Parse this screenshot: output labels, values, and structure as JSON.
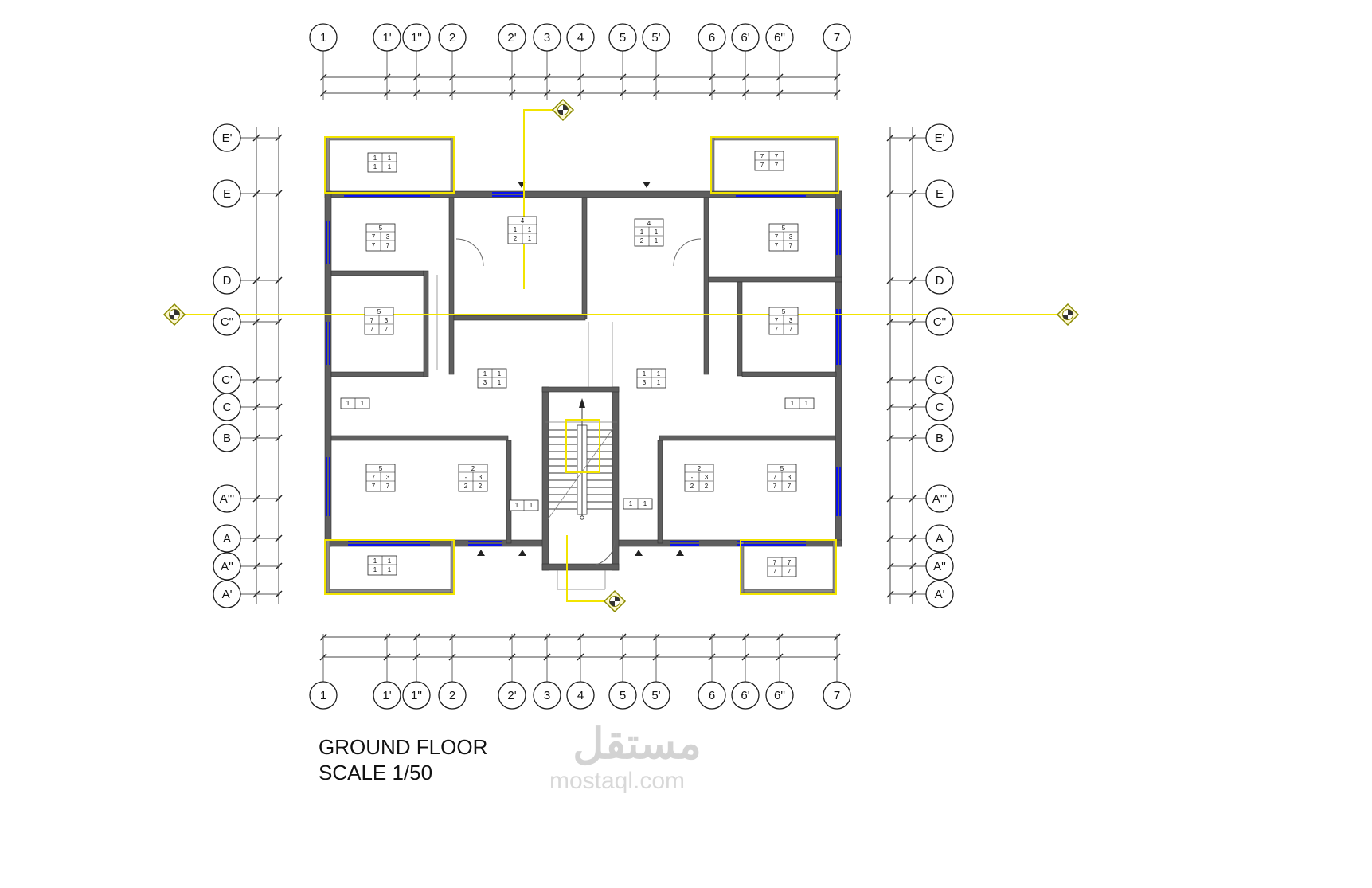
{
  "title": {
    "line1": "GROUND FLOOR",
    "line2": "SCALE 1/50"
  },
  "watermark": {
    "brand_ar": "مستقل",
    "brand_domain": "mostaql.com"
  },
  "grid": {
    "columns": [
      "1",
      "1'",
      "1''",
      "2",
      "2'",
      "3",
      "4",
      "5",
      "5'",
      "6",
      "6'",
      "6''",
      "7"
    ],
    "rows": [
      "E'",
      "E",
      "D",
      "C''",
      "C'",
      "C",
      "B",
      "A'''",
      "A",
      "A''",
      "A'"
    ]
  },
  "plan_tags": [
    {
      "header": "",
      "rows": [
        "1 1",
        "1 1"
      ]
    },
    {
      "header": "",
      "rows": [
        "7 7",
        "7 7"
      ]
    },
    {
      "header": "5",
      "rows": [
        "7 3",
        "7 7"
      ]
    },
    {
      "header": "4",
      "rows": [
        "1 1",
        "2 1"
      ]
    },
    {
      "header": "4",
      "rows": [
        "1 1",
        "2 1"
      ]
    },
    {
      "header": "5",
      "rows": [
        "7 3",
        "7 7"
      ]
    },
    {
      "header": "5",
      "rows": [
        "7 3",
        "7 7"
      ]
    },
    {
      "header": "5",
      "rows": [
        "7 3",
        "7 7"
      ]
    },
    {
      "header": "",
      "rows": [
        "1 1",
        "3 1"
      ]
    },
    {
      "header": "",
      "rows": [
        "1 1",
        "3 1"
      ]
    },
    {
      "header": "",
      "rows": [
        "1 1"
      ]
    },
    {
      "header": "",
      "rows": [
        "1 1"
      ]
    },
    {
      "header": "5",
      "rows": [
        "7 3",
        "7 7"
      ]
    },
    {
      "header": "2",
      "rows": [
        "- 3",
        "2 2"
      ]
    },
    {
      "header": "2",
      "rows": [
        "- 3",
        "2 2"
      ]
    },
    {
      "header": "5",
      "rows": [
        "7 3",
        "7 7"
      ]
    },
    {
      "header": "",
      "rows": [
        "1 1"
      ]
    },
    {
      "header": "",
      "rows": [
        "1 1"
      ]
    },
    {
      "header": "",
      "rows": [
        "1 1",
        "1 1"
      ]
    },
    {
      "header": "",
      "rows": [
        "7 7",
        "7 7"
      ]
    }
  ],
  "colors": {
    "wall": "#5f5f5f",
    "window_blue": "#0008ff",
    "highlight_yellow": "#f2e400",
    "grid_ink": "#1a1a1a"
  }
}
